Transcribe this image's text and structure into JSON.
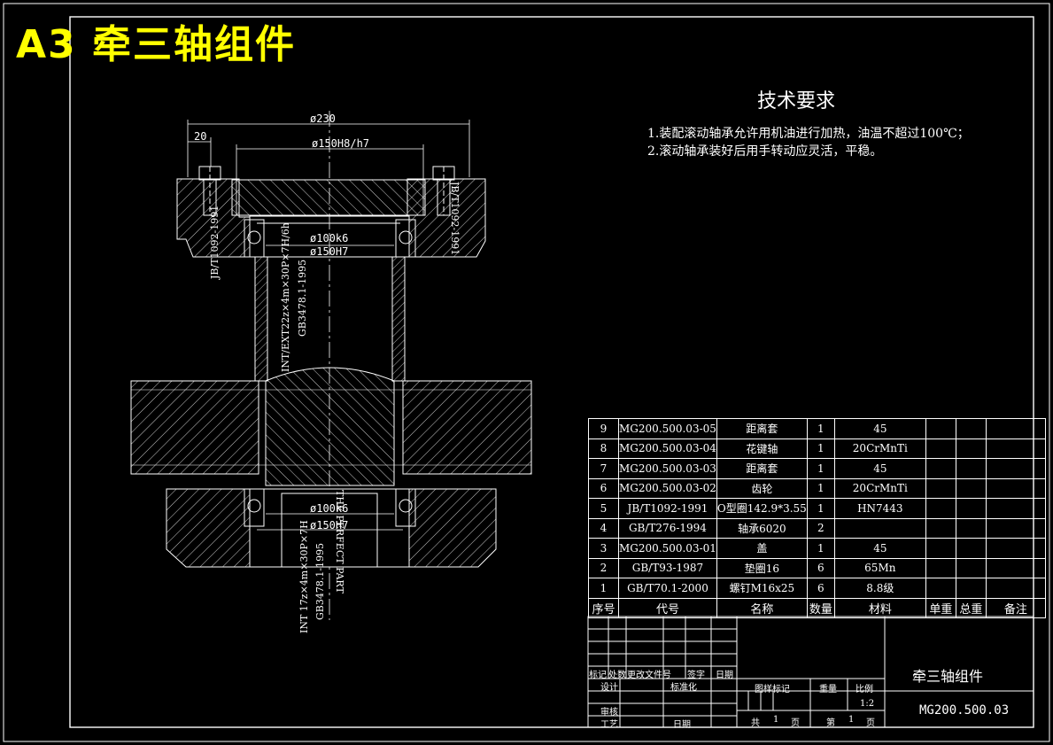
{
  "sheet": {
    "title": "A3  牵三轴组件"
  },
  "tech_requirements": {
    "title": "技术要求",
    "lines": [
      "1.装配滚动轴承允许用机油进行加热，油温不超过100℃；",
      "2.滚动轴承装好后用手转动应灵活，平稳。"
    ]
  },
  "dimensions": {
    "d230": "ø230",
    "d20": "20",
    "d150fit": "ø150H8/h7",
    "d100k6_top": "ø100k6",
    "d150H7_top": "ø150H7",
    "d100k6_bot": "ø100k6",
    "d150H7_bot": "ø150H7"
  },
  "callouts": {
    "spline_upper": "INT/EXT22z×4m×30P×7H/6h",
    "std_upper": "GB3478.1-1995",
    "spline_lower": "INT 17z×4m×30P×7H",
    "std_lower": "GB3478.1-1995",
    "marker_left": "JB/T1092-1991",
    "marker_right": "JB/T1092-1991",
    "marker_center": "THE PERFECT PART"
  },
  "bom": {
    "rows": [
      {
        "no": "9",
        "code": "MG200.500.03-05",
        "name": "距离套",
        "qty": "1",
        "material": "45"
      },
      {
        "no": "8",
        "code": "MG200.500.03-04",
        "name": "花键轴",
        "qty": "1",
        "material": "20CrMnTi"
      },
      {
        "no": "7",
        "code": "MG200.500.03-03",
        "name": "距离套",
        "qty": "1",
        "material": "45"
      },
      {
        "no": "6",
        "code": "MG200.500.03-02",
        "name": "齿轮",
        "qty": "1",
        "material": "20CrMnTi"
      },
      {
        "no": "5",
        "code": "JB/T1092-1991",
        "name": "O型圈142.9*3.55",
        "qty": "1",
        "material": "HN7443"
      },
      {
        "no": "4",
        "code": "GB/T276-1994",
        "name": "轴承6020",
        "qty": "2",
        "material": ""
      },
      {
        "no": "3",
        "code": "MG200.500.03-01",
        "name": "盖",
        "qty": "1",
        "material": "45"
      },
      {
        "no": "2",
        "code": "GB/T93-1987",
        "name": "垫圈16",
        "qty": "6",
        "material": "65Mn"
      },
      {
        "no": "1",
        "code": "GB/T70.1-2000",
        "name": "螺钉M16x25",
        "qty": "6",
        "material": "8.8级"
      }
    ],
    "headers": {
      "no": "序号",
      "code": "代号",
      "name": "名称",
      "qty": "数量",
      "material": "材料",
      "unit_weight": "单重",
      "total_weight": "总重",
      "remark": "备注"
    }
  },
  "title_block": {
    "biaoji": "标记",
    "chushu": "处数",
    "gengai": "更改文件号",
    "qianzi": "签字",
    "riqi": "日期",
    "sheji": "设计",
    "biaozhunhua": "标准化",
    "tuyang": "图样标记",
    "zhongliang": "重量",
    "bili": "比例",
    "scale": "1:2",
    "shenhe": "审核",
    "gongyi": "工艺",
    "riqi2": "日期",
    "gong": "共",
    "gong_n": "1",
    "ye": "页",
    "di": "第",
    "di_n": "1",
    "ye2": "页",
    "name": "牵三轴组件",
    "code": "MG200.500.03"
  }
}
